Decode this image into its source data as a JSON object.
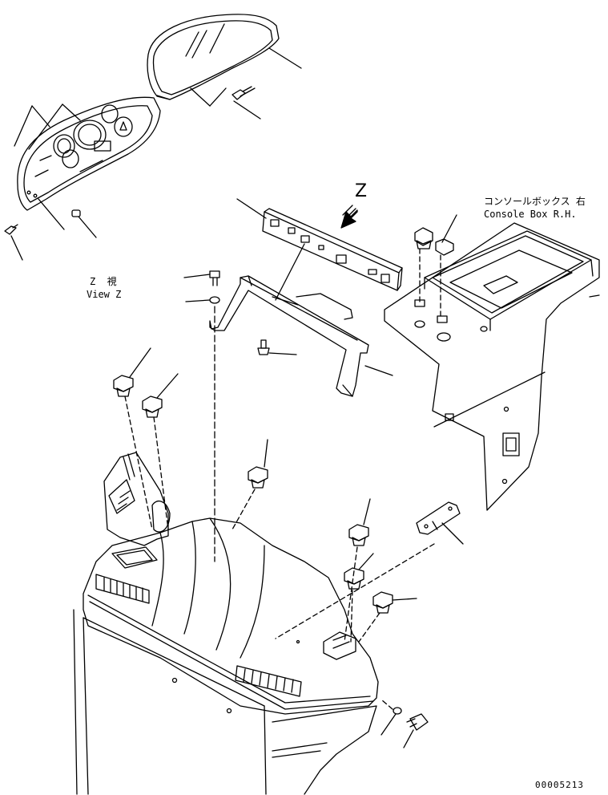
{
  "labels": {
    "console_jp": "コンソールボックス 右",
    "console_en": "Console Box R.H.",
    "view_jp": "Z  視",
    "view_en": "View Z",
    "view_letter": "Z",
    "drawing_no": "00005213"
  }
}
